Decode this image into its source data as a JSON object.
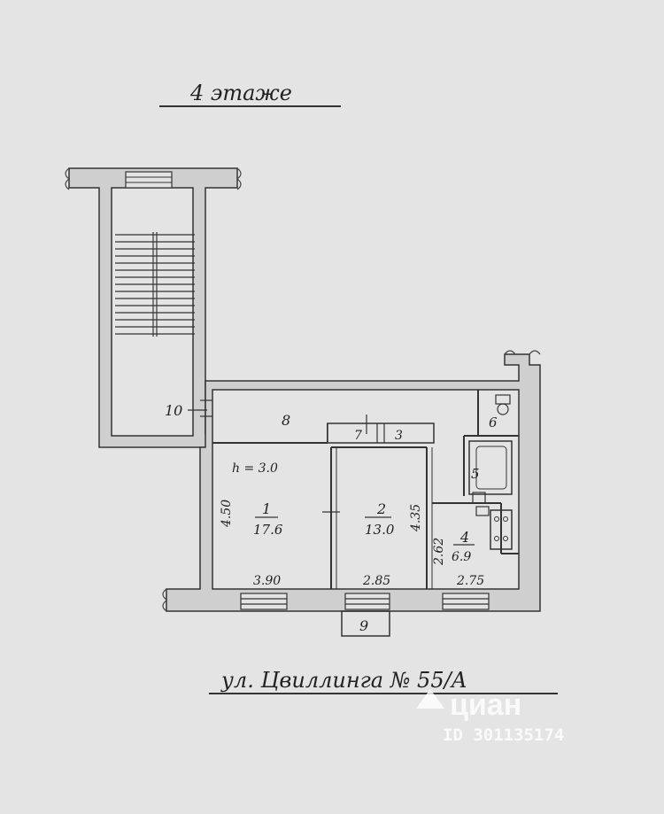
{
  "plan": {
    "floor_title": "4 этаже",
    "address": "ул. Цвиллинга № 55/А",
    "ceiling_height": "h = 3.0",
    "rooms": [
      {
        "number": "1",
        "area": "17.6"
      },
      {
        "number": "2",
        "area": "13.0"
      },
      {
        "number": "4",
        "area": "6.9"
      },
      {
        "number": "5",
        "area": ""
      },
      {
        "number": "6",
        "area": ""
      },
      {
        "number": "7",
        "area": ""
      },
      {
        "number": "8",
        "area": ""
      },
      {
        "number": "9",
        "area": ""
      },
      {
        "number": "10",
        "area": ""
      }
    ],
    "small_labels": {
      "three": "3"
    },
    "dimensions": {
      "room1_width": "3.90",
      "room2_width": "2.85",
      "room4_width": "2.75",
      "room1_depth": "4.50",
      "room2_depth": "4.35",
      "room4_depth": "2.62"
    }
  },
  "watermark": {
    "brand": "циан",
    "id": "ID 301135174"
  },
  "colors": {
    "paper": "#e4e4e4",
    "ink": "#222222"
  }
}
